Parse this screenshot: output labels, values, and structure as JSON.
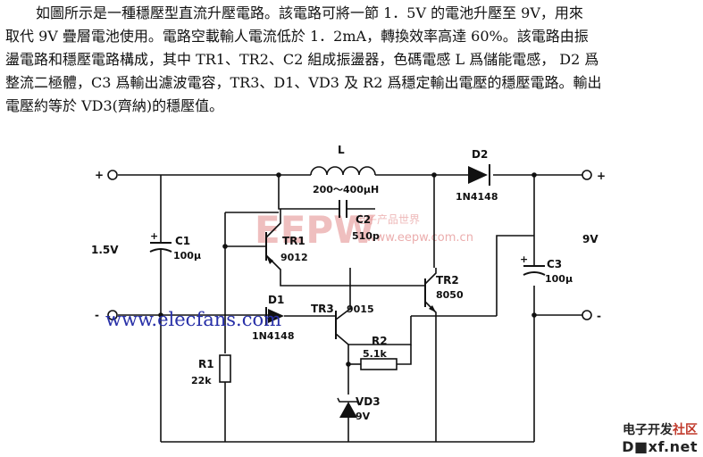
{
  "article": {
    "lines": [
      "如圖所示是一種穩壓型直流升壓電路。該電路可將一節 1．5V 的電池升壓至 9V，用來",
      "取代 9V 疊層電池使用。電路空載輸人電流低於 1．2mA，轉換效率高達 60%。該電路由振",
      "盪電路和穩壓電路構成，其中 TR1、TR2、C2 組成振盪器，色碼電感 L 爲儲能電感，  D2 爲",
      "整流二極體，C3 爲輸出濾波電容，TR3、D1、VD3 及 R2 爲穩定輸出電壓的穩壓電路。輸出",
      "電壓約等於 VD3(齊納)的穩壓值。"
    ]
  },
  "diagram": {
    "inductor": {
      "name": "L",
      "value": "200～400μH"
    },
    "d2": {
      "name": "D2",
      "value": "1N4148"
    },
    "c2": {
      "name": "C2",
      "value": "510p"
    },
    "c1": {
      "name": "C1",
      "value": "100μ"
    },
    "tr1": {
      "name": "TR1",
      "value": "9012"
    },
    "tr2": {
      "name": "TR2",
      "value": "8050"
    },
    "d1": {
      "name": "D1",
      "value": "1N4148"
    },
    "tr3": {
      "name": "TR3",
      "value": "9015"
    },
    "r2": {
      "name": "R2",
      "value": "5.1k"
    },
    "r1": {
      "name": "R1",
      "value": "22k"
    },
    "vd3": {
      "name": "VD3",
      "value": "9V"
    },
    "c3": {
      "name": "C3",
      "value": "100μ"
    },
    "input_voltage": "1.5V",
    "output_voltage": "9V",
    "terminal_plus_in": "+",
    "terminal_minus_in": "-",
    "terminal_plus_out": "+",
    "terminal_minus_out": "-"
  },
  "watermark": {
    "brand": "EEPW",
    "tagline": "电子产品世界",
    "url": "www.eepw.com.cn"
  },
  "source_mark": "www.elecfans.com",
  "corner_logo": {
    "line1_main": "电子开发",
    "line1_accent": "社区",
    "line2": "D■xf.net"
  },
  "colors": {
    "watermark": "#e38b8b",
    "source_mark": "#2830a8"
  }
}
